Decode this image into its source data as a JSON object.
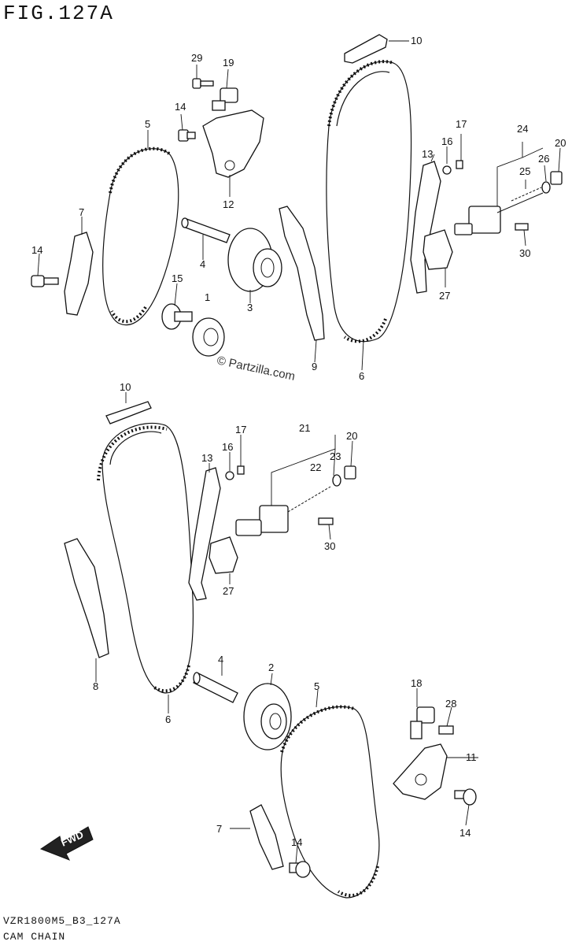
{
  "figure": {
    "title": "FIG.127A",
    "footer_code": "VZR1800M5_B3_127A",
    "footer_name": "CAM CHAIN",
    "watermark": "© Partzilla.com",
    "fwd_label": "FWD"
  },
  "callouts": {
    "c1": "1",
    "c2": "2",
    "c3": "3",
    "c4a": "4",
    "c4b": "4",
    "c5a": "5",
    "c5b": "5",
    "c6a": "6",
    "c6b": "6",
    "c7a": "7",
    "c7b": "7",
    "c8": "8",
    "c9": "9",
    "c10a": "10",
    "c10b": "10",
    "c11": "11",
    "c12": "12",
    "c13a": "13",
    "c13b": "13",
    "c14a": "14",
    "c14b": "14",
    "c14c": "14",
    "c14d": "14",
    "c15": "15",
    "c16a": "16",
    "c16b": "16",
    "c17a": "17",
    "c17b": "17",
    "c18": "18",
    "c19": "19",
    "c20a": "20",
    "c20b": "20",
    "c21": "21",
    "c22": "22",
    "c23": "23",
    "c24": "24",
    "c25": "25",
    "c26": "26",
    "c27a": "27",
    "c27b": "27",
    "c28": "28",
    "c29": "29",
    "c30a": "30",
    "c30b": "30"
  }
}
